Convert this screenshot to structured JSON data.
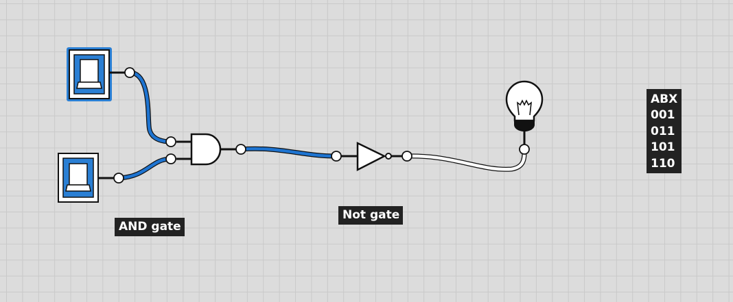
{
  "labels": {
    "and_gate": "AND gate",
    "not_gate": "Not gate"
  },
  "truth_table": {
    "header": "ABX",
    "rows": [
      "001",
      "011",
      "101",
      "110"
    ]
  },
  "colors": {
    "background": "#dcdcdc",
    "grid": "#c9c9c9",
    "active_wire": "#1e74d1",
    "inactive_wire": "#ffffff",
    "switch_on_fill": "#2a7fd4",
    "label_bg": "#222222"
  },
  "components": {
    "switch_a": {
      "icon": "toggle-switch-icon",
      "state": "on",
      "selected": true
    },
    "switch_b": {
      "icon": "toggle-switch-icon",
      "state": "on"
    },
    "and_gate": {
      "icon": "and-gate-icon"
    },
    "not_gate": {
      "icon": "not-gate-icon"
    },
    "bulb": {
      "icon": "light-bulb-icon",
      "state": "off"
    }
  }
}
